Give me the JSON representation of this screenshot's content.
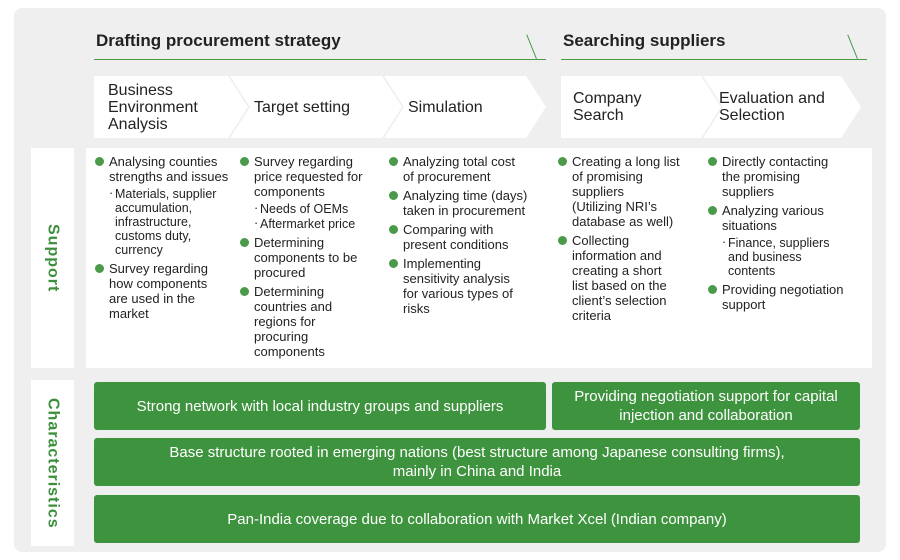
{
  "phases": {
    "drafting": "Drafting procurement strategy",
    "searching": "Searching suppliers"
  },
  "steps": [
    {
      "line1": "Business",
      "line2": "Environment",
      "line3": "Analysis"
    },
    {
      "line1": "Target setting"
    },
    {
      "line1": "Simulation"
    },
    {
      "line1": "Company",
      "line2": "Search"
    },
    {
      "line1": "Evaluation and",
      "line2": "Selection"
    }
  ],
  "sections": {
    "support": "Support",
    "characteristics": "Characteristics"
  },
  "support": {
    "col1": {
      "i1": {
        "l1": "Analysing counties",
        "l2": "strengths and issues"
      },
      "i1_sub": {
        "l1": "Materials, supplier",
        "l2": "accumulation,",
        "l3": "infrastructure,",
        "l4": "customs duty,",
        "l5": "currency"
      },
      "i2": {
        "l1": "Survey regarding",
        "l2": "how components",
        "l3": "are used in the",
        "l4": "market"
      }
    },
    "col2": {
      "i1": {
        "l1": "Survey regarding",
        "l2": "price requested for",
        "l3": "components"
      },
      "i1_sub1": "Needs of OEMs",
      "i1_sub2": "Aftermarket price",
      "i2": {
        "l1": "Determining",
        "l2": "components to be",
        "l3": "procured"
      },
      "i3": {
        "l1": "Determining",
        "l2": "countries and",
        "l3": "regions for",
        "l4": "procuring",
        "l5": "components"
      }
    },
    "col3": {
      "i1": {
        "l1": "Analyzing total cost",
        "l2": "of procurement"
      },
      "i2": {
        "l1": "Analyzing time (days)",
        "l2": "taken in procurement"
      },
      "i3": {
        "l1": "Comparing with",
        "l2": "present conditions"
      },
      "i4": {
        "l1": "Implementing",
        "l2": "sensitivity analysis",
        "l3": "for various types of",
        "l4": "risks"
      }
    },
    "col4": {
      "i1": {
        "l1": "Creating a long list",
        "l2": "of promising",
        "l3": "suppliers",
        "l4": "(Utilizing NRI’s",
        "l5": "database as well)"
      },
      "i2": {
        "l1": "Collecting",
        "l2": "information and",
        "l3": "creating a short",
        "l4": "list based on the",
        "l5": "client’s selection",
        "l6": "criteria"
      }
    },
    "col5": {
      "i1": {
        "l1": "Directly contacting",
        "l2": "the promising",
        "l3": "suppliers"
      },
      "i2": {
        "l1": "Analyzing various",
        "l2": "situations"
      },
      "i2_sub": {
        "l1": "Finance, suppliers",
        "l2": "and business",
        "l3": "contents"
      },
      "i3": {
        "l1": "Providing negotiation",
        "l2": "support"
      }
    },
    "sub_marker": "·"
  },
  "characteristics": {
    "bar1": "Strong network with local industry groups and suppliers",
    "bar2": {
      "l1": "Providing negotiation support for capital",
      "l2": "injection and collaboration"
    },
    "bar3": {
      "l1": "Base structure rooted in emerging nations (best structure among Japanese consulting firms),",
      "l2": "mainly in China and India"
    },
    "bar4": "Pan-India coverage due to collaboration with Market Xcel (Indian company)"
  },
  "colors": {
    "green": "#3e933e",
    "dot": "#4a9a4a",
    "panel": "#efefef"
  }
}
